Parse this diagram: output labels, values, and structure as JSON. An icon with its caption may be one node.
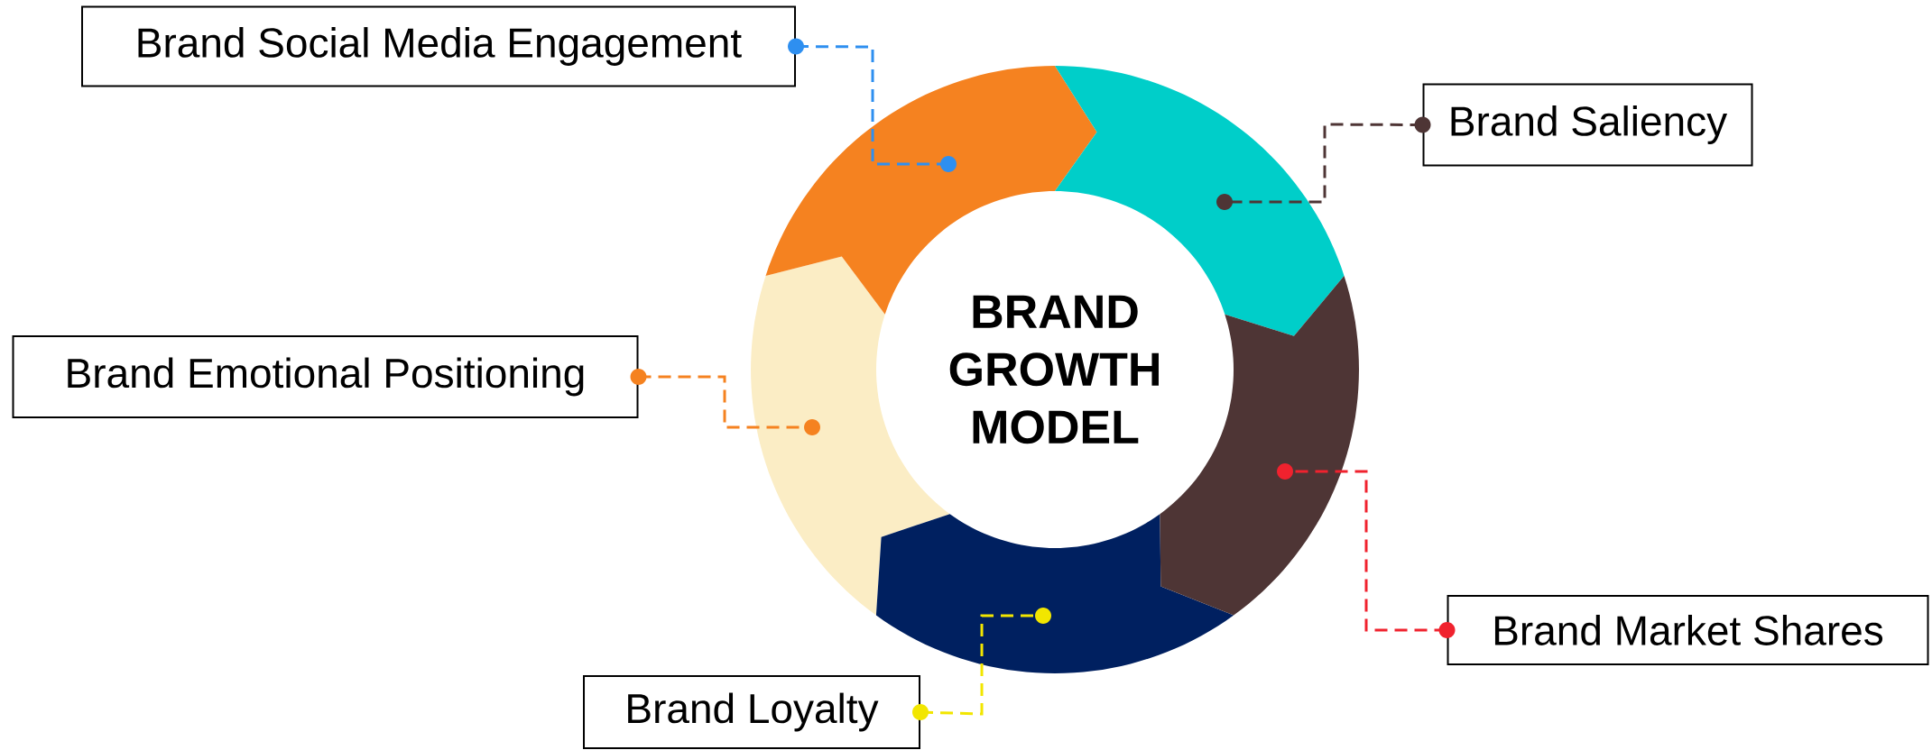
{
  "diagram": {
    "nodes": [
      {
        "text": [
          "Brand Social Media Engagement"
        ]
      },
      {
        "text": [
          "Brand Saliency"
        ]
      },
      {
        "text": [
          "Brand Emotional Positioning"
        ]
      },
      {
        "text": [
          "Brand Market Shares"
        ]
      },
      {
        "text": [
          "Brand Loyalty"
        ]
      },
      {
        "text": [
          "BRAND GROWTH MODEL"
        ]
      },
      {
        "text": [],
        "shape": "arc"
      },
      {
        "text": [],
        "shape": "arc"
      },
      {
        "text": [],
        "shape": "arc"
      },
      {
        "text": [],
        "shape": "arc"
      },
      {
        "text": [],
        "shape": "arc"
      }
    ],
    "edges": [
      {
        "from": 0,
        "to": 7,
        "arrow": "other",
        "style": "dashed",
        "color": "#2e8ff0"
      },
      {
        "from": 1,
        "to": 9,
        "arrow": "other",
        "style": "dashed",
        "color": "#4e3535"
      },
      {
        "from": 2,
        "to": 6,
        "arrow": "other",
        "style": "dashed",
        "color": "#f58220"
      },
      {
        "from": 3,
        "to": 10,
        "arrow": "other",
        "style": "dashed",
        "color": "#f0222e"
      },
      {
        "from": 4,
        "to": 8,
        "arrow": "other",
        "style": "dashed",
        "color": "#f2e600"
      }
    ]
  }
}
